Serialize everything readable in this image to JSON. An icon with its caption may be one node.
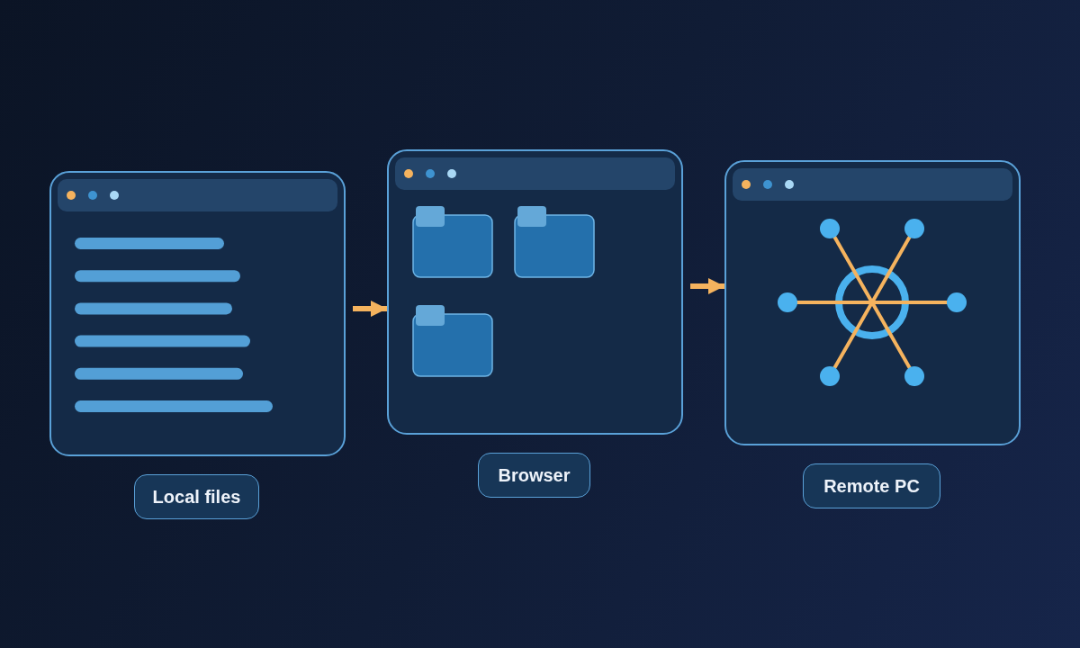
{
  "diagram": {
    "nodes": [
      {
        "text": [],
        "shape": "picture"
      },
      {
        "text": [
          "Local files"
        ]
      },
      {
        "text": [],
        "shape": "picture"
      },
      {
        "text": [
          "Browser"
        ]
      },
      {
        "text": [],
        "shape": "picture"
      },
      {
        "text": [
          "Remote PC"
        ]
      }
    ],
    "edges": [
      {
        "from": 0,
        "to": 2,
        "arrow": "to"
      },
      {
        "from": 2,
        "to": 4,
        "arrow": "to"
      }
    ]
  }
}
